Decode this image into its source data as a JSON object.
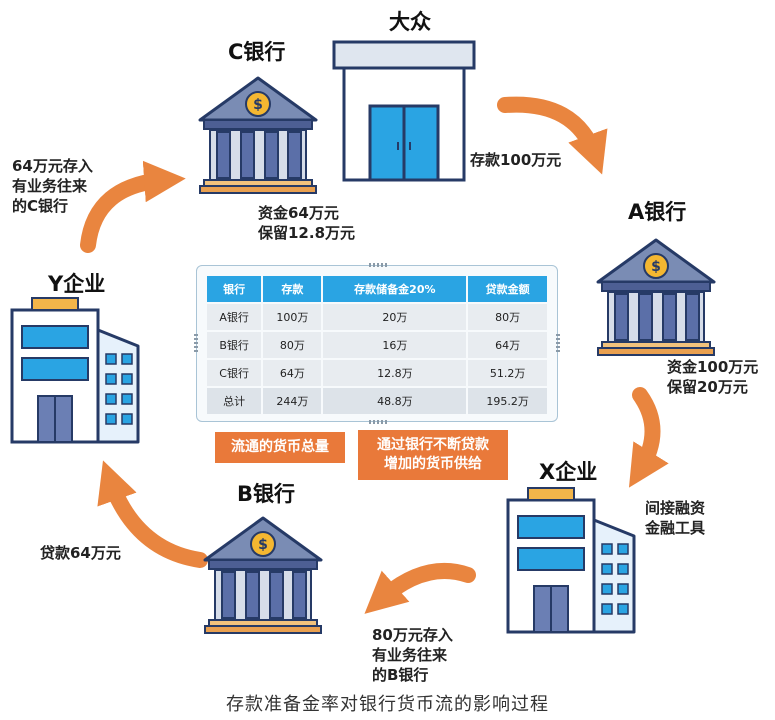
{
  "nodes": {
    "public": "大众",
    "bank_a": "A银行",
    "bank_b": "B银行",
    "bank_c": "C银行",
    "company_x": "X企业",
    "company_y": "Y企业"
  },
  "notes": {
    "deposit_100": "存款100万元",
    "a_funds_1": "资金100万元",
    "a_funds_2": "保留20万元",
    "x_tool_1": "间接融资",
    "x_tool_2": "金融工具",
    "b_deposit_1": "80万元存入",
    "b_deposit_2": "有业务往来",
    "b_deposit_3": "的B银行",
    "loan_64": "贷款64万元",
    "c_deposit_1": "64万元存入",
    "c_deposit_2": "有业务往来",
    "c_deposit_3": "的C银行",
    "c_funds_1": "资金64万元",
    "c_funds_2": "保留12.8万元"
  },
  "table": {
    "headers": [
      "银行",
      "存款",
      "存款储备金20%",
      "贷款金额"
    ],
    "rows": [
      [
        "A银行",
        "100万",
        "20万",
        "80万"
      ],
      [
        "B银行",
        "80万",
        "16万",
        "64万"
      ],
      [
        "C银行",
        "64万",
        "12.8万",
        "51.2万"
      ],
      [
        "总计",
        "244万",
        "48.8万",
        "195.2万"
      ]
    ]
  },
  "callouts": {
    "total_money": "流通的货币总量",
    "supply_1": "通过银行不断贷款",
    "supply_2": "增加的货币供给"
  },
  "caption": "存款准备金率对银行货币流的影响过程",
  "colors": {
    "arrow": "#e9853f",
    "bank_roof": "#7a8cb4",
    "column": "#5b6fa8",
    "coin": "#f4b731",
    "window": "#2aa4e3",
    "header": "#2aa4e3"
  },
  "icons": [
    "bank-icon",
    "store-icon",
    "office-building-icon",
    "dollar-coin-icon",
    "curved-arrow-icon"
  ]
}
